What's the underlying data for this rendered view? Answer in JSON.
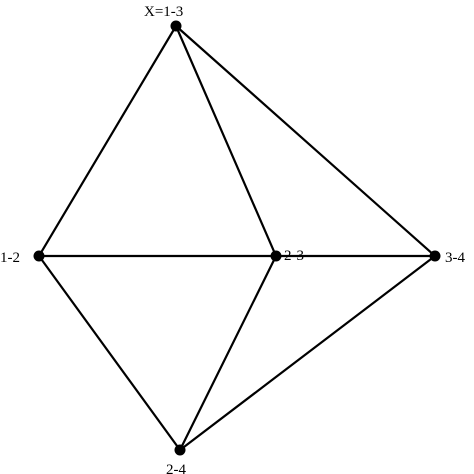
{
  "diagram": {
    "nodes": [
      {
        "id": "x13",
        "label": "X=1-3"
      },
      {
        "id": "n12",
        "label": "1-2"
      },
      {
        "id": "n23",
        "label": "2-3"
      },
      {
        "id": "n34",
        "label": "3-4"
      },
      {
        "id": "n24",
        "label": "2-4"
      }
    ],
    "edges": [
      [
        "x13",
        "n12"
      ],
      [
        "x13",
        "n23"
      ],
      [
        "x13",
        "n34"
      ],
      [
        "n12",
        "n23"
      ],
      [
        "n23",
        "n34"
      ],
      [
        "n12",
        "n24"
      ],
      [
        "n23",
        "n24"
      ],
      [
        "n34",
        "n24"
      ]
    ],
    "colors": {
      "line": "#000000",
      "node": "#000000",
      "background": "#ffffff"
    }
  }
}
